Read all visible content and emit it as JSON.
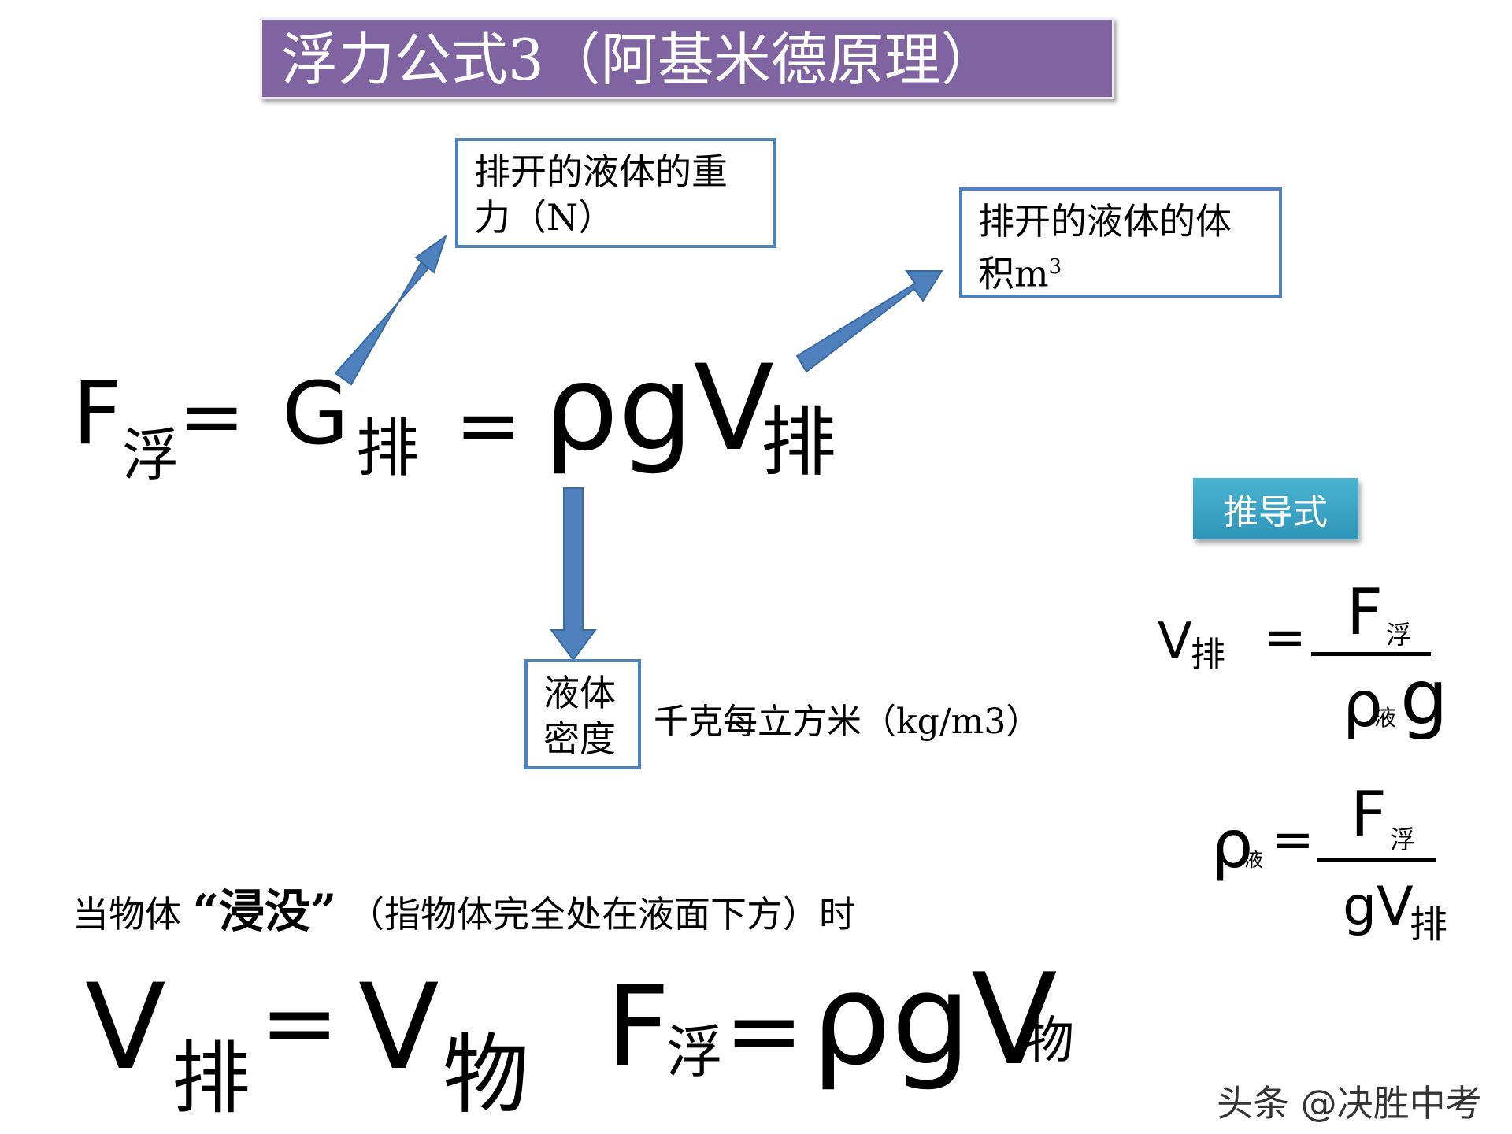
{
  "title": "浮力公式3（阿基米德原理）",
  "main_formula": {
    "f": "F",
    "f_sub": "浮",
    "eq1": "=",
    "g": "G",
    "g_sub": "排",
    "eq2": "=",
    "rhogv": "ρgV",
    "v_sub": "排"
  },
  "annotations": {
    "weight_box": [
      "排开的液体的重",
      "力（N）"
    ],
    "volume_box_line1": "排开的液体的体",
    "volume_box_line2_text": "积m",
    "volume_box_line2_sup": "3",
    "density_box": [
      "液体",
      "密度"
    ],
    "density_unit": "千克每立方米（kg/m3）"
  },
  "derive_button": "推导式",
  "derive1": {
    "v": "V",
    "v_sub": "排",
    "eq": "=",
    "num": "F",
    "num_sub": "浮",
    "den_rho": "ρ",
    "den_sub": "液",
    "den_g": "g"
  },
  "derive2": {
    "rho": "ρ",
    "rho_sub": "液",
    "eq": "=",
    "num": "F",
    "num_sub": "浮",
    "den": "gV",
    "den_sub": "排"
  },
  "immersion": {
    "prefix": "当物体",
    "quoted": "“浸没”",
    "suffix": "（指物体完全处在液面下方）时"
  },
  "bottom_formula": {
    "v1": "V",
    "v1_sub": "排",
    "eq1": "=",
    "v2": "V",
    "v2_sub": "物",
    "f": "F",
    "f_sub": "浮",
    "eq2": "=",
    "rhogv": "ρgV",
    "v3_sub": "物"
  },
  "watermark": "头条 @决胜中考",
  "colors": {
    "title_bg": "#8064a2",
    "arrow": "#4f81bd",
    "box_border": "#4f81bd",
    "button": "#31a2c7"
  }
}
